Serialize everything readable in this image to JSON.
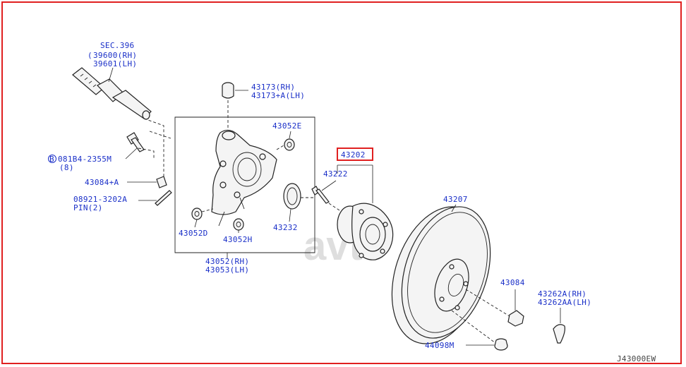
{
  "labels": {
    "sec": "SEC.396",
    "shaft_rh": "39600(RH)",
    "shaft_lh": "39601(LH)",
    "insul_rh": "43173(RH)",
    "insul_lh": "43173+A(LH)",
    "bush_e": "43052E",
    "bolt": "081B4-2355M",
    "bolt_qty": "(8)",
    "bolt_prefix": "B",
    "nut_a": "43084+A",
    "pin_no": "08921-3202A",
    "pin_qty": "PIN(2)",
    "bush_d": "43052D",
    "bush_h": "43052H",
    "knuckle_rh": "43052(RH)",
    "knuckle_lh": "43053(LH)",
    "seal": "43232",
    "hub_assy": "43202",
    "hub_bolt": "43222",
    "rotor": "43207",
    "nut": "43084",
    "cap_rh": "43262A(RH)",
    "cap_lh": "43262AA(LH)",
    "grommet": "44098M",
    "figure_id": "J43000EW",
    "watermark": "avto"
  },
  "colors": {
    "label": "#1a2fc8",
    "frame": "#e02020",
    "highlight": "#e02020",
    "watermark": "#d6d6d6"
  }
}
